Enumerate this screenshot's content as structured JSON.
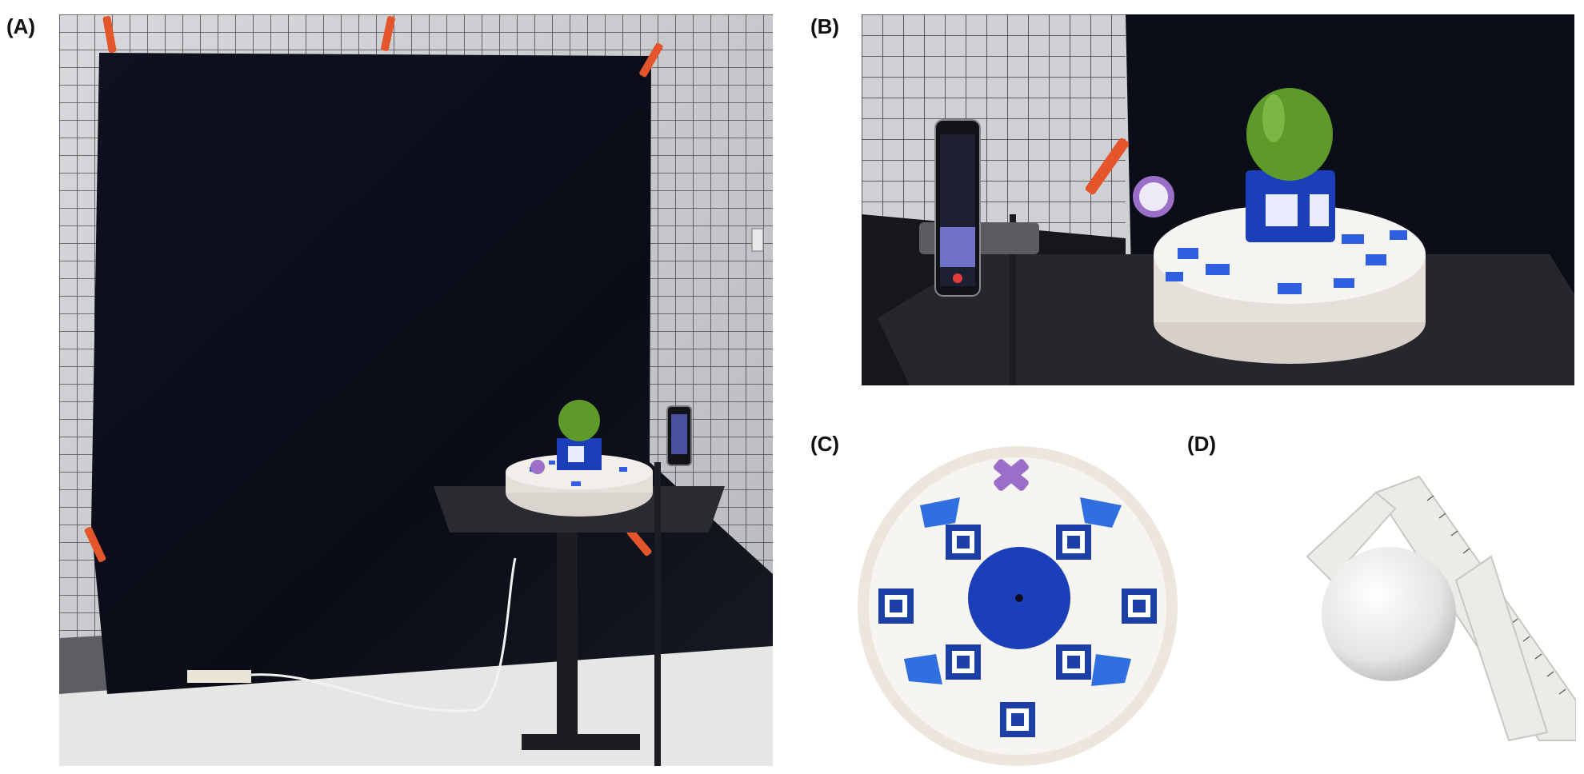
{
  "figure": {
    "panels": [
      {
        "label": "(A)",
        "content": "photo-full-capture-setup"
      },
      {
        "label": "(B)",
        "content": "photo-turntable-closeup"
      },
      {
        "label": "(C)",
        "content": "photo-turntable-top-view"
      },
      {
        "label": "(D)",
        "content": "photo-sphere-with-caliper"
      }
    ]
  },
  "colors": {
    "backdrop": "#0b0e18",
    "net_wall": "#c9cbcf",
    "turntable": "#ece8e2",
    "marker_blue": "#2f5fe0",
    "mount_blue": "#1b3fb8",
    "pepper_green": "#5e9a2a",
    "clamp_orange": "#e4552b",
    "purple_object": "#9b6fc8"
  }
}
